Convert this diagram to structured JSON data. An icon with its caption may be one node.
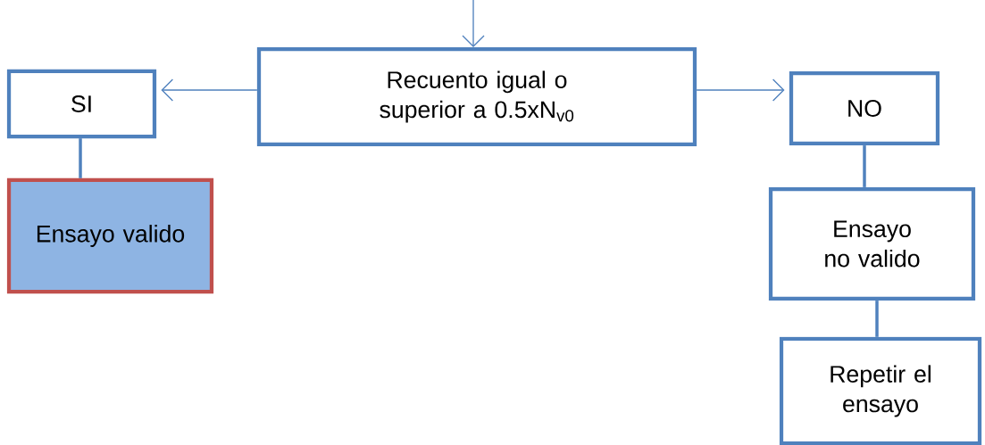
{
  "diagram": {
    "nodes": [
      {
        "text": [
          "Recuento igual o superior a 0.5xN$_{v0}$"
        ]
      },
      {
        "text": [
          "SI"
        ]
      },
      {
        "text": [
          "Ensayo valido"
        ]
      },
      {
        "text": [
          "NO"
        ]
      },
      {
        "text": [
          "Ensayo no valido"
        ]
      },
      {
        "text": [
          "Repetir el ensayo"
        ]
      }
    ],
    "edges": [
      {
        "from": null,
        "to": 0,
        "arrow": "to"
      },
      {
        "from": 0,
        "to": 1,
        "arrow": "to"
      },
      {
        "from": 0,
        "to": 3,
        "arrow": "to"
      },
      {
        "from": 1,
        "to": 2,
        "arrow": "none",
        "style": "thick"
      },
      {
        "from": 3,
        "to": 4,
        "arrow": "none",
        "style": "thick"
      },
      {
        "from": 4,
        "to": 5,
        "arrow": "none",
        "style": "thick"
      }
    ]
  }
}
